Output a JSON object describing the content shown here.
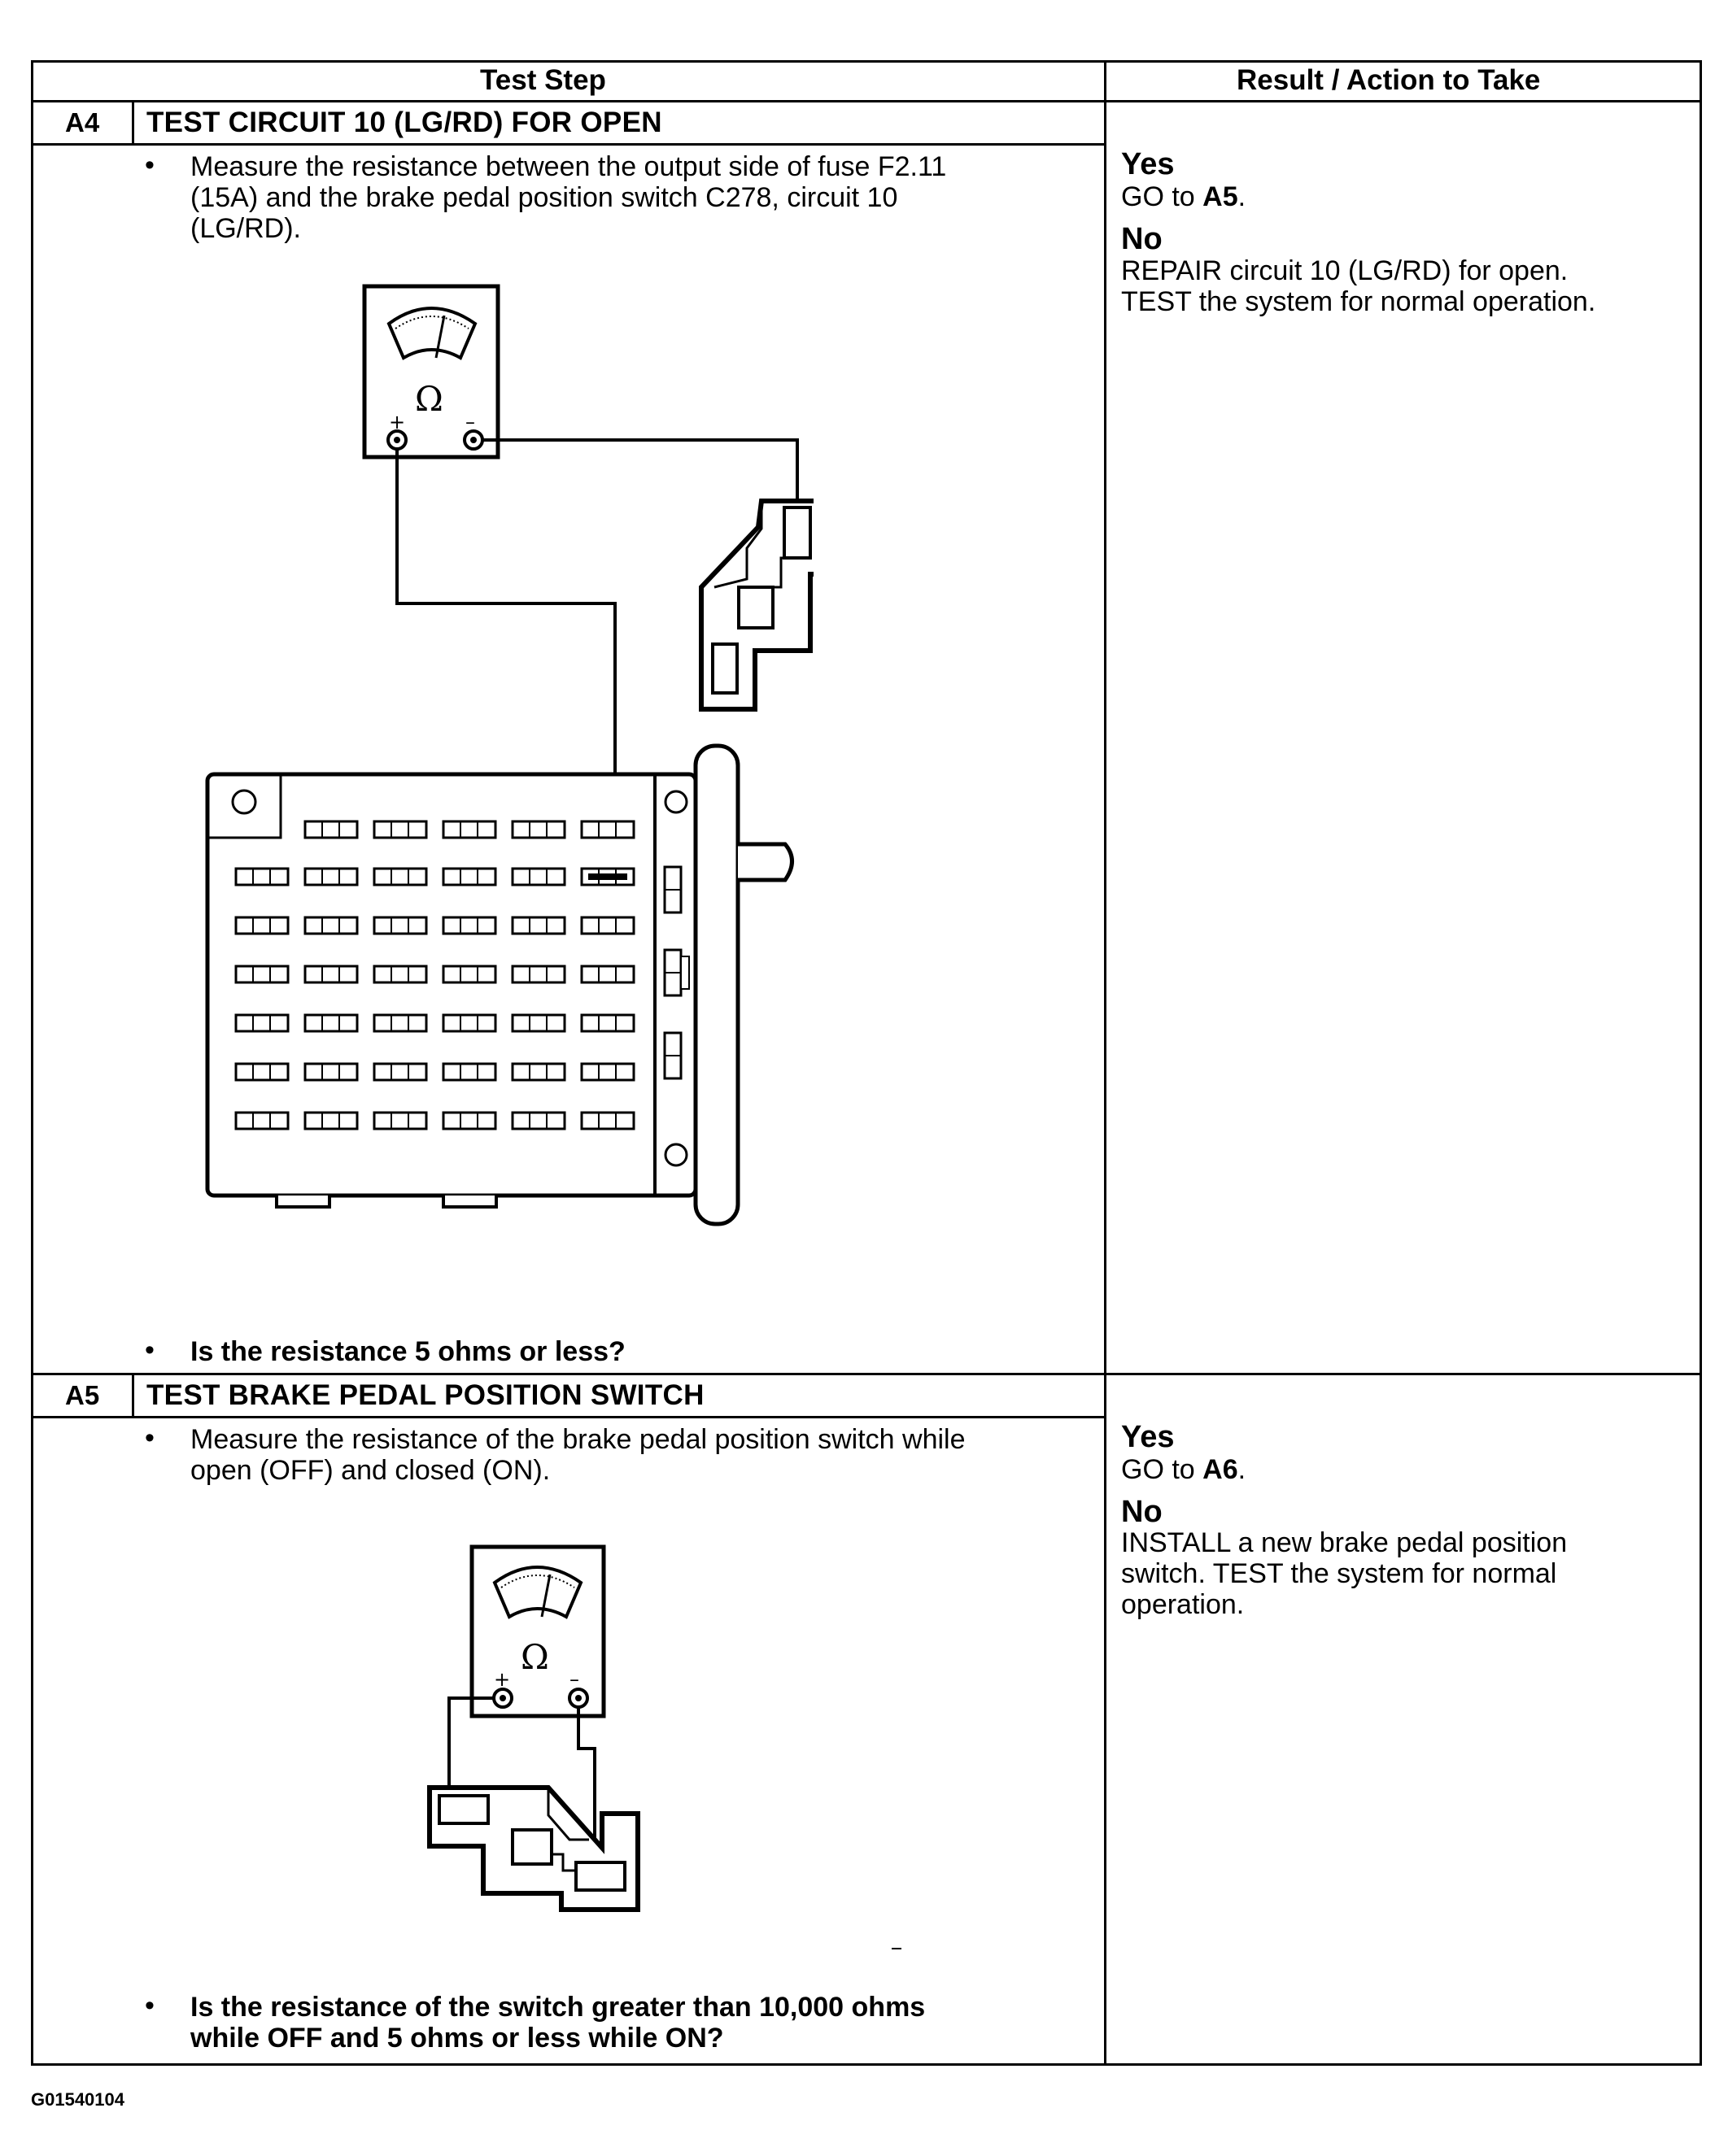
{
  "header": {
    "test_step": "Test Step",
    "result_action": "Result / Action to Take"
  },
  "steps": [
    {
      "id": "A4",
      "title": "TEST CIRCUIT 10 (LG/RD) FOR OPEN",
      "instruction": "Measure the resistance between the output side of fuse F2.11\n(15A) and the brake pedal position switch C278, circuit 10\n(LG/RD).",
      "question": "Is the resistance 5 ohms or less?",
      "yes_label": "Yes",
      "yes_action_prefix": "GO to",
      "yes_action_target": "A5",
      "no_label": "No",
      "no_action": "REPAIR circuit 10 (LG/RD) for open.\nTEST the system for normal operation."
    },
    {
      "id": "A5",
      "title": "TEST BRAKE PEDAL POSITION SWITCH",
      "instruction": "Measure the resistance of the brake pedal position switch while\nopen (OFF) and closed (ON).",
      "question": "Is the resistance of the switch greater than 10,000 ohms\nwhile OFF and 5 ohms or less while ON?",
      "yes_label": "Yes",
      "yes_action_prefix": "GO to",
      "yes_action_target": "A6",
      "no_label": "No",
      "no_action": "INSTALL a new brake pedal position\nswitch. TEST the system for normal\noperation."
    }
  ],
  "meter": {
    "symbol": "Ω",
    "plus": "+",
    "minus": "–"
  },
  "bullet_char": "•",
  "figure_id": "G01540104",
  "period": "."
}
